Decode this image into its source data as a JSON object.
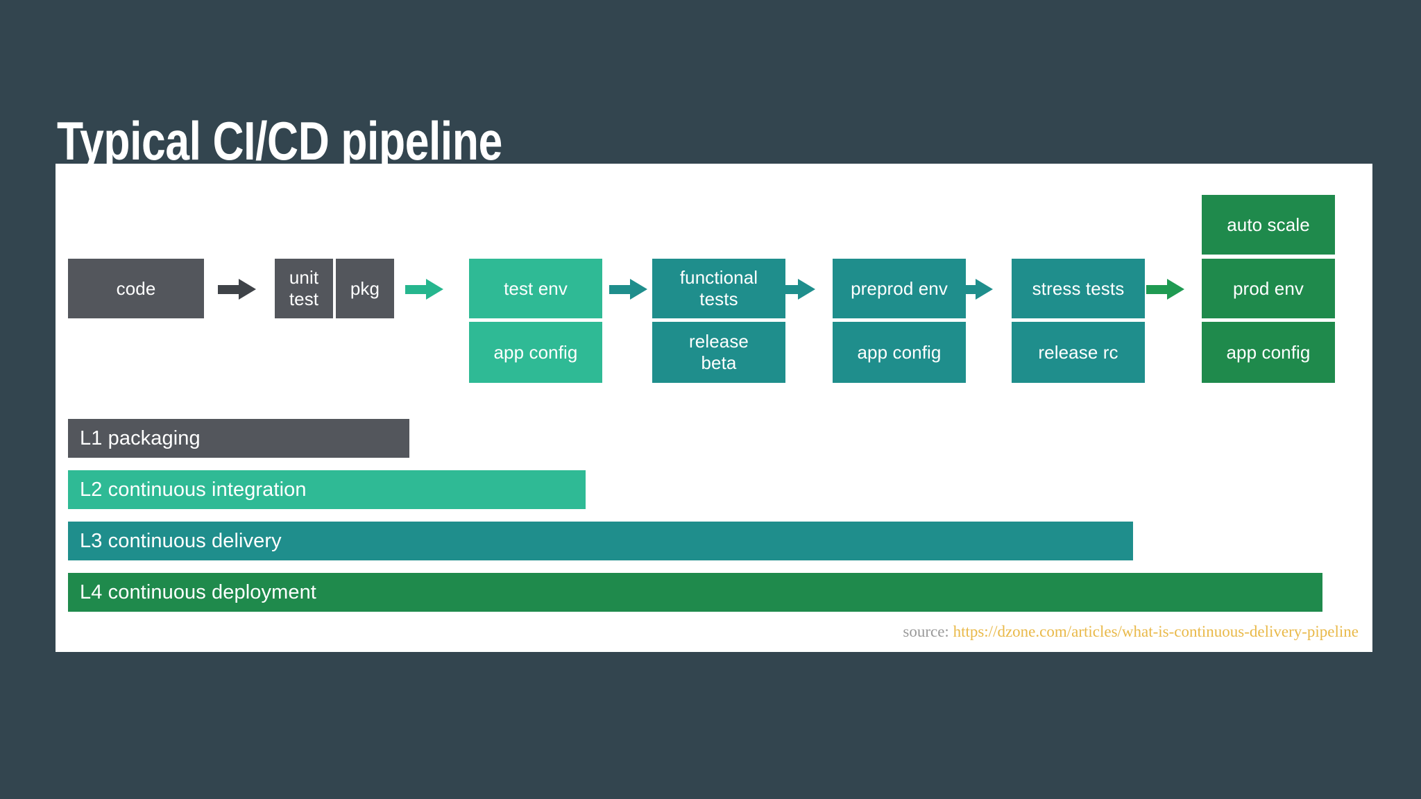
{
  "slide": {
    "title": "Typical CI/CD pipeline",
    "background_color": "#33454f",
    "panel_color": "#ffffff"
  },
  "palette": {
    "gray": "#53565c",
    "mint": "#2fba95",
    "teal": "#1f8e8c",
    "green": "#1f8a4c",
    "arrow_gray": "#3f4348",
    "arrow_mint": "#26b68e",
    "arrow_teal": "#1f8e8c",
    "arrow_green": "#1f9a52",
    "url_gold": "#e9b949"
  },
  "pipeline": {
    "stages": [
      {
        "id": "code",
        "boxes": [
          {
            "label": "code",
            "row": "main",
            "color_key": "gray"
          }
        ]
      },
      {
        "id": "unit-test",
        "boxes": [
          {
            "label": "unit\ntest",
            "row": "main",
            "color_key": "gray"
          }
        ]
      },
      {
        "id": "pkg",
        "boxes": [
          {
            "label": "pkg",
            "row": "main",
            "color_key": "gray"
          }
        ]
      },
      {
        "id": "test-env",
        "boxes": [
          {
            "label": "test env",
            "row": "main",
            "color_key": "mint"
          },
          {
            "label": "app config",
            "row": "second",
            "color_key": "mint"
          }
        ]
      },
      {
        "id": "functional",
        "boxes": [
          {
            "label": "functional\ntests",
            "row": "main",
            "color_key": "teal"
          },
          {
            "label": "release\nbeta",
            "row": "second",
            "color_key": "teal"
          }
        ]
      },
      {
        "id": "preprod-env",
        "boxes": [
          {
            "label": "preprod env",
            "row": "main",
            "color_key": "teal"
          },
          {
            "label": "app config",
            "row": "second",
            "color_key": "teal"
          }
        ]
      },
      {
        "id": "stress-tests",
        "boxes": [
          {
            "label": "stress tests",
            "row": "main",
            "color_key": "teal"
          },
          {
            "label": "release rc",
            "row": "second",
            "color_key": "teal"
          }
        ]
      },
      {
        "id": "prod-env",
        "boxes": [
          {
            "label": "auto scale",
            "row": "above",
            "color_key": "green"
          },
          {
            "label": "prod env",
            "row": "main",
            "color_key": "green"
          },
          {
            "label": "app config",
            "row": "second",
            "color_key": "green"
          }
        ]
      }
    ],
    "arrows": [
      {
        "id": "arrow-code-to-unit",
        "color_key": "arrow_gray"
      },
      {
        "id": "arrow-pkg-to-testenv",
        "color_key": "arrow_mint"
      },
      {
        "id": "arrow-testenv-to-func",
        "color_key": "arrow_teal"
      },
      {
        "id": "arrow-func-to-preprod",
        "color_key": "arrow_teal"
      },
      {
        "id": "arrow-preprod-to-stress",
        "color_key": "arrow_teal"
      },
      {
        "id": "arrow-stress-to-prod",
        "color_key": "arrow_green"
      }
    ]
  },
  "levels": [
    {
      "id": "l1",
      "label": "L1 packaging",
      "color_key": "gray"
    },
    {
      "id": "l2",
      "label": "L2 continuous integration",
      "color_key": "mint"
    },
    {
      "id": "l3",
      "label": "L3 continuous delivery",
      "color_key": "teal"
    },
    {
      "id": "l4",
      "label": "L4 continuous deployment",
      "color_key": "green"
    }
  ],
  "source": {
    "label": "source:",
    "url": "https://dzone.com/articles/what-is-continuous-delivery-pipeline"
  }
}
